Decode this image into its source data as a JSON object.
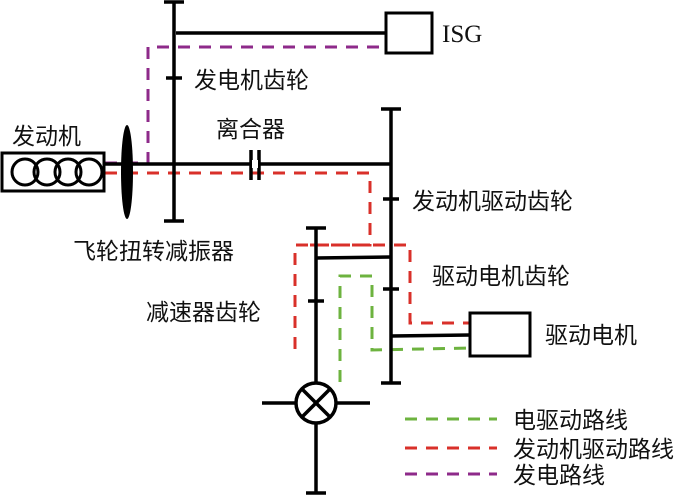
{
  "diagram": {
    "components": {
      "engine": "发动机",
      "isg": "ISG",
      "generator_gear": "发电机齿轮",
      "clutch": "离合器",
      "flywheel_damper": "飞轮扭转减振器",
      "engine_drive_gear": "发动机驱动齿轮",
      "motor_gear": "驱动电机齿轮",
      "reducer_gear": "减速器齿轮",
      "drive_motor": "驱动电机"
    },
    "legend": [
      {
        "label": "电驱动路线",
        "color": "#6db33f"
      },
      {
        "label": "发动机驱动路线",
        "color": "#d9302a"
      },
      {
        "label": "发电路线",
        "color": "#8e2a8a"
      }
    ],
    "colors": {
      "electric_route": "#6db33f",
      "engine_route": "#d9302a",
      "generation_route": "#8e2a8a",
      "structure": "#000000"
    }
  }
}
